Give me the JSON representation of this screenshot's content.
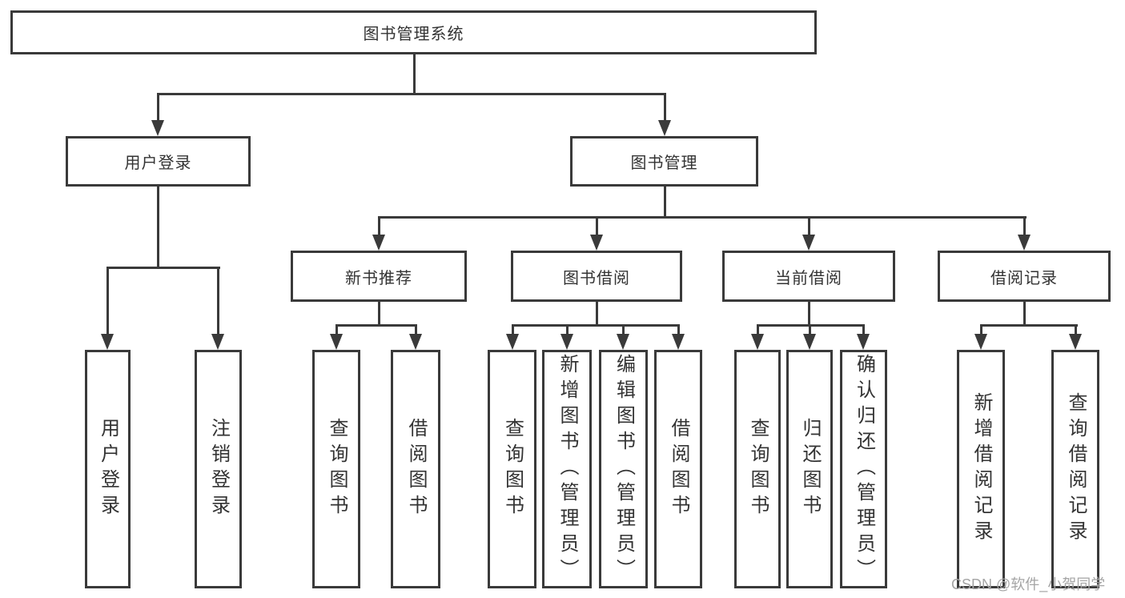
{
  "diagram": {
    "root": "图书管理系统",
    "level2": [
      "用户登录",
      "图书管理"
    ],
    "level3": [
      "新书推荐",
      "图书借阅",
      "当前借阅",
      "借阅记录"
    ],
    "leaves": {
      "user_login": [
        "用户登录",
        "注销登录"
      ],
      "new_book_rec": [
        "查询图书",
        "借阅图书"
      ],
      "book_borrow": [
        "查询图书",
        "新增图书（管理员）",
        "编辑图书（管理员）",
        "借阅图书"
      ],
      "current_borrow": [
        "查询图书",
        "归还图书",
        "确认归还（管理员）"
      ],
      "borrow_records": [
        "新增借阅记录",
        "查询借阅记录"
      ]
    }
  },
  "watermark": "CSDN @软件_小贺同学",
  "colors": {
    "line": "#3a3a3a",
    "text": "#333333",
    "watermark": "#a5a5a5",
    "background": "#ffffff"
  }
}
